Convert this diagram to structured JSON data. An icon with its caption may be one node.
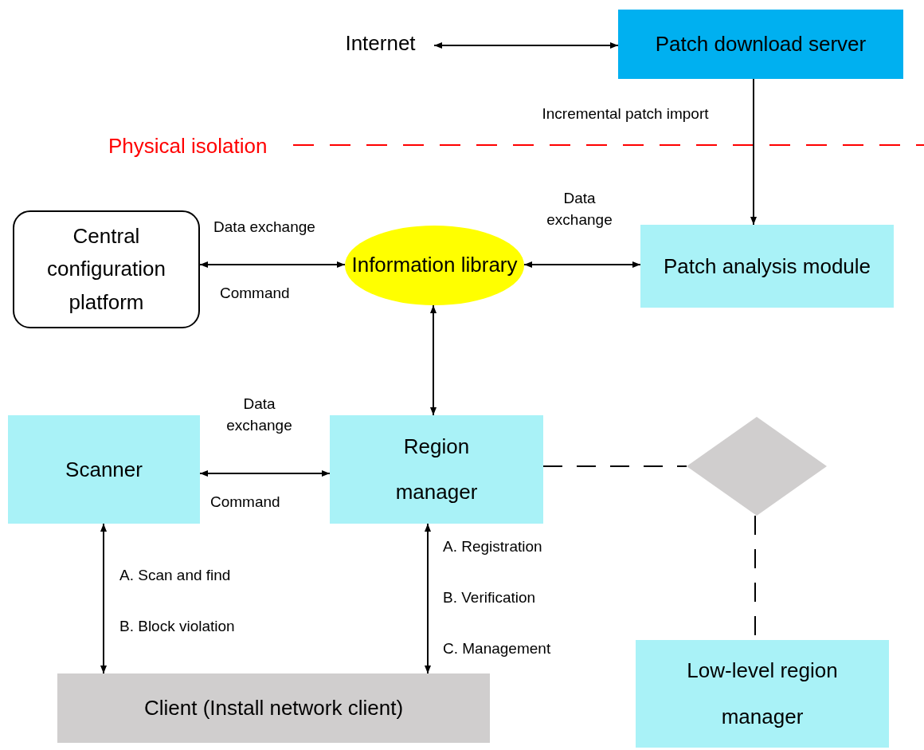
{
  "diagram": {
    "nodes": [
      {
        "text": [
          "Internet"
        ]
      },
      {
        "text": [
          "Patch download server"
        ]
      },
      {
        "text": [
          "Central configuration platform"
        ]
      },
      {
        "text": [
          "Information library"
        ]
      },
      {
        "text": [
          "Patch analysis module"
        ]
      },
      {
        "text": [
          "Scanner"
        ]
      },
      {
        "text": [
          "Region manager"
        ]
      },
      {
        "text": [],
        "shape": "diamond"
      },
      {
        "text": [
          "Client (Install network client)"
        ]
      },
      {
        "text": [
          "Low-level region manager"
        ]
      }
    ],
    "edges": [
      {
        "from": 0,
        "to": 1,
        "arrow": "both"
      },
      {
        "from": 1,
        "to": 4,
        "arrow": "to",
        "label": "Incremental patch import"
      },
      {
        "from": 2,
        "to": 3,
        "arrow": "both",
        "label": "Data exchange"
      },
      {
        "from": 3,
        "to": 4,
        "arrow": "both",
        "label": "Data exchange"
      },
      {
        "from": 3,
        "to": 6,
        "arrow": "both"
      },
      {
        "from": 5,
        "to": 6,
        "arrow": "both",
        "label": "Data exchange"
      },
      {
        "from": 6,
        "to": 7,
        "arrow": "none",
        "style": "dashed"
      },
      {
        "from": 7,
        "to": 9,
        "arrow": "none",
        "style": "dashed"
      },
      {
        "from": 5,
        "to": 8,
        "arrow": "both"
      },
      {
        "from": 6,
        "to": 8,
        "arrow": "both"
      }
    ],
    "labels": [
      "Physical isolation",
      "Command",
      "Command",
      "A. Scan and find",
      "B. Block violation",
      "A. Registration",
      "B. Verification",
      "C. Management"
    ]
  }
}
